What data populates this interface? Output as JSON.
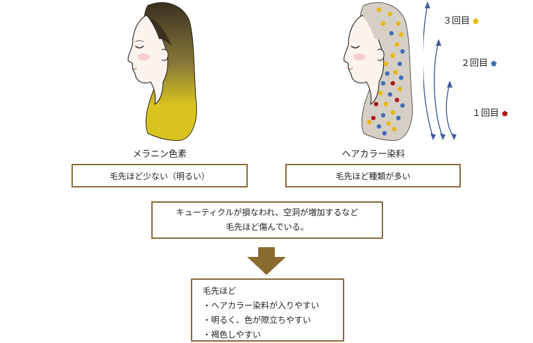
{
  "left": {
    "caption": "メラニン色素",
    "box_text": "毛先ほど少ない（明るい）",
    "hair_colors": {
      "top": "#3a3020",
      "bottom": "#d9c41f"
    }
  },
  "right": {
    "caption": "ヘアカラー染料",
    "box_text": "毛先ほど種類が多い",
    "hair_color": "#d6cfc6"
  },
  "rounds": [
    {
      "label": "３回目",
      "color": "#e8b800"
    },
    {
      "label": "２回目",
      "color": "#3f6fb8"
    },
    {
      "label": "１回目",
      "color": "#b01818"
    }
  ],
  "middle": {
    "lines": [
      "キューティクルが損なわれ、空洞が増加するなど",
      "毛先ほど傷んでいる。"
    ]
  },
  "result": {
    "lines": [
      "毛先ほど",
      "・ヘアカラー染料が入りやすい",
      "・明るく、色が際立ちやすい",
      "・褐色しやすい"
    ]
  },
  "colors": {
    "box_border": "#8a6a3c",
    "arrow": "#8a6a2e",
    "cycle_arrows": "#3f5f9a"
  }
}
